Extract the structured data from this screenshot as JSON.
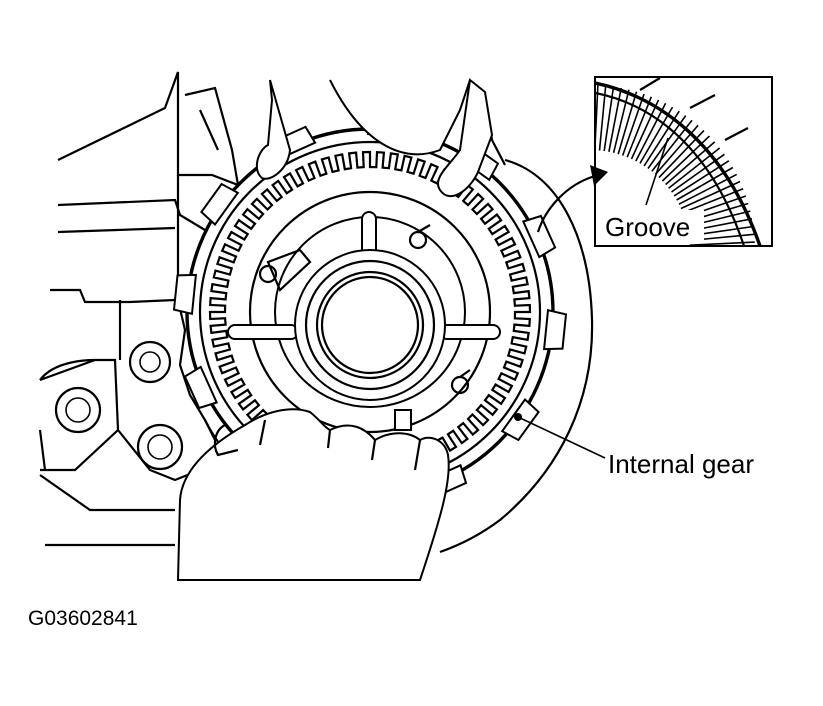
{
  "labels": {
    "groove": "Groove",
    "internal_gear": "Internal gear",
    "figure_code": "G03602841"
  },
  "colors": {
    "line": "#000000",
    "background": "#ffffff"
  }
}
